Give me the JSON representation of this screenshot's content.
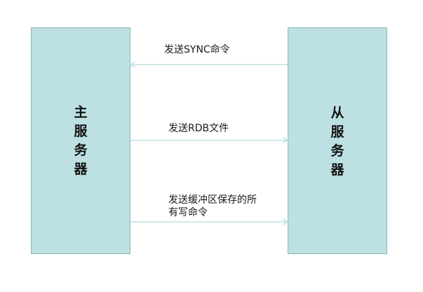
{
  "diagram": {
    "master": {
      "label": "主服务器"
    },
    "slave": {
      "label": "从服务器"
    },
    "messages": [
      {
        "text": "发送SYNC命令",
        "direction": "slave-to-master"
      },
      {
        "text": "发送RDB文件",
        "direction": "master-to-slave"
      },
      {
        "line1": "发送缓冲区保存的所",
        "line2": "有写命令",
        "direction": "master-to-slave"
      }
    ],
    "colors": {
      "box_fill": "#bde1e3",
      "box_border": "#8fb6b9",
      "arrow": "#bfe0e0"
    }
  }
}
